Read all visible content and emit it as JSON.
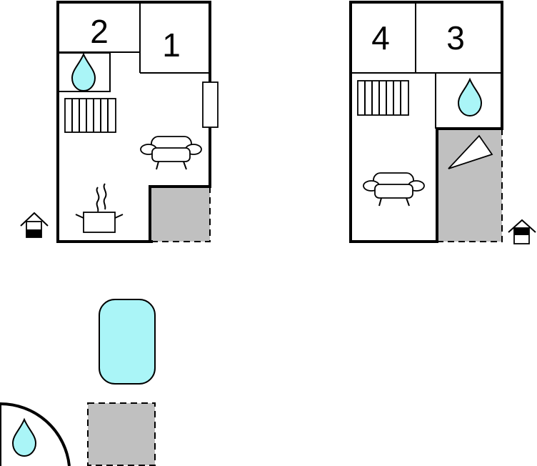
{
  "rooms": {
    "house_a": {
      "room_top_left": "2",
      "room_top_right": "1"
    },
    "house_b": {
      "room_top_left": "4",
      "room_top_right": "3"
    }
  },
  "colors": {
    "water": "#aaf5f7",
    "terrace": "#c0c0c0",
    "wall": "#000000"
  },
  "icons": [
    "entrance-icon",
    "drop-icon",
    "radiator-icon",
    "sofa-icon",
    "cooking-pot-icon",
    "window-icon",
    "pool-icon",
    "fireplace-icon"
  ]
}
